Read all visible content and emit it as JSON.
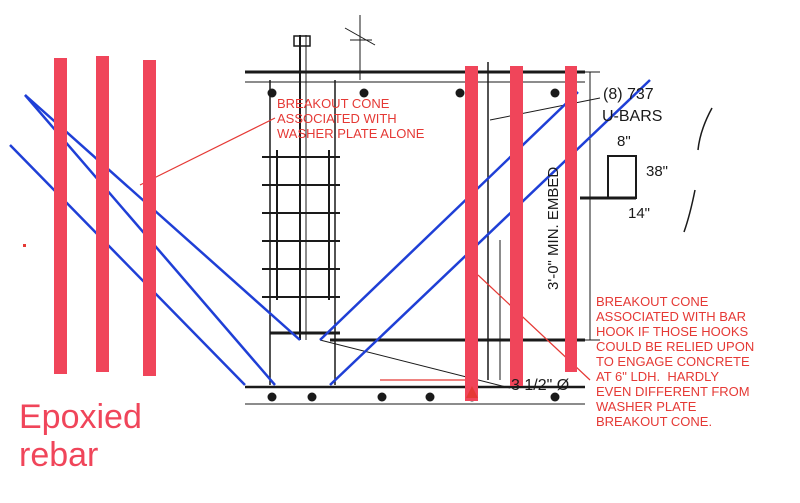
{
  "notes": {
    "washer_cone": "BREAKOUT CONE\nASSOCIATED WITH\nWASHER PLATE ALONE",
    "hook_cone": "BREAKOUT CONE\nASSOCIATED WITH BAR\nHOOK IF THOSE HOOKS\nCOULD BE RELIED UPON\nTO ENGAGE CONCRETE\nAT 6\" LDH.  HARDLY\nEVEN DIFFERENT FROM\nWASHER PLATE\nBREAKOUT CONE.",
    "epoxied": "Epoxied\nrebar"
  },
  "dims": {
    "ubars_count": "(8) 737",
    "ubars_label": "U-BARS",
    "width_8": "8\"",
    "height_38": "38\"",
    "width_14": "14\"",
    "embed": "3'-0\" MIN. EMBED",
    "diameter": "3 1/2\" Ø"
  },
  "colors": {
    "markup_red": "#f0455a",
    "note_red": "#e53935",
    "cone_blue": "#1f3fd6",
    "drawing_black": "#1a1a1a"
  }
}
